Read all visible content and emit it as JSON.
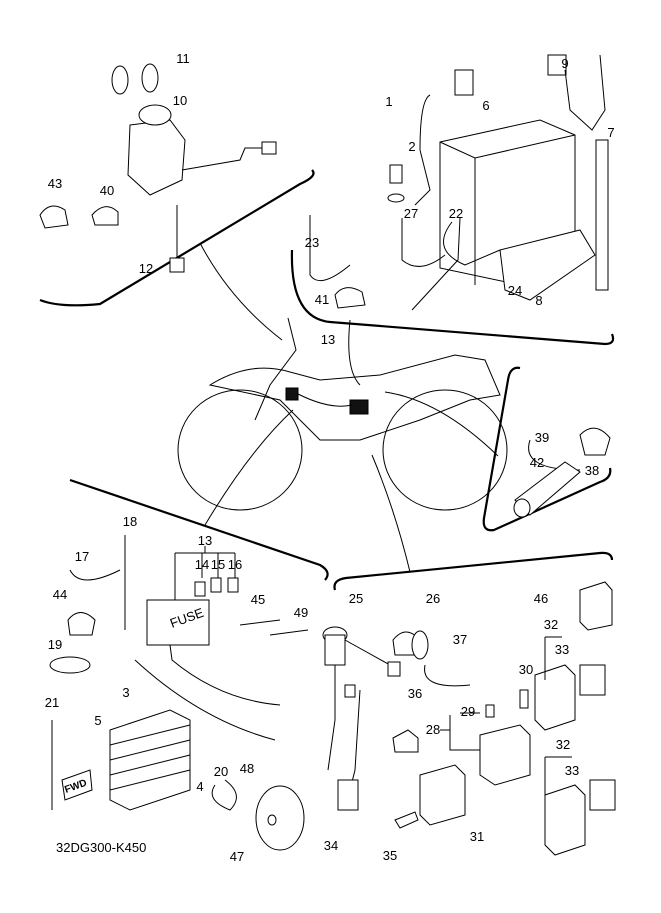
{
  "diagram": {
    "part_code": "32DG300-K450",
    "fwd_label": "FWD",
    "fuse_label": "FUSE",
    "callouts": [
      "11",
      "10",
      "43",
      "40",
      "12",
      "1",
      "6",
      "9",
      "2",
      "7",
      "27",
      "22",
      "23",
      "24",
      "41",
      "8",
      "13",
      "39",
      "38",
      "42",
      "18",
      "13",
      "14",
      "15",
      "16",
      "17",
      "44",
      "45",
      "49",
      "19",
      "3",
      "21",
      "5",
      "20",
      "48",
      "4",
      "47",
      "25",
      "26",
      "46",
      "37",
      "32",
      "33",
      "30",
      "36",
      "29",
      "28",
      "32",
      "33",
      "31",
      "34",
      "35"
    ]
  }
}
